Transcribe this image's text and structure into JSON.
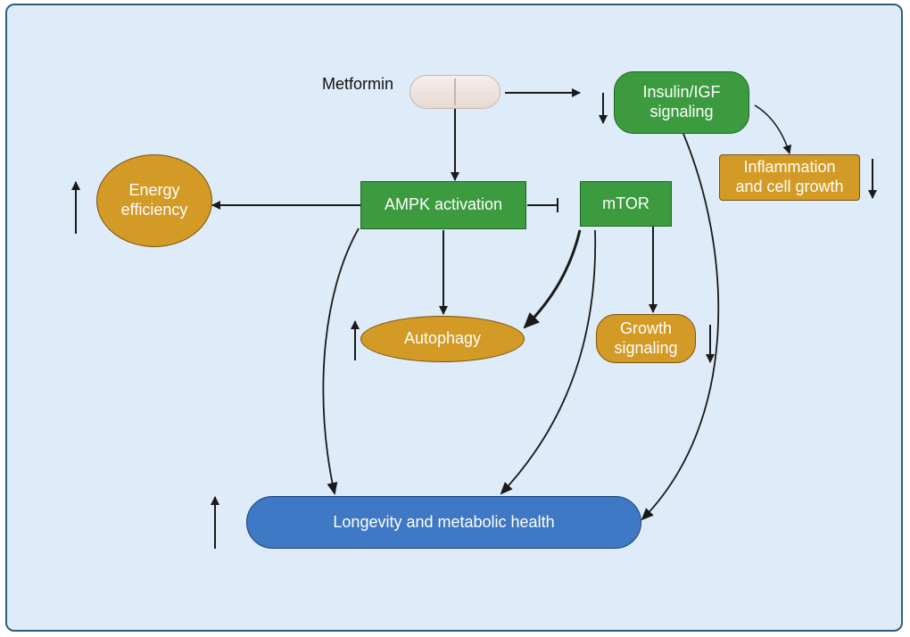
{
  "nodes": {
    "metformin": "Metformin",
    "insulin_igf": [
      "Insulin/IGF",
      "signaling"
    ],
    "inflammation": [
      "Inflammation",
      "and cell growth"
    ],
    "energy": [
      "Energy",
      "efficiency"
    ],
    "ampk": "AMPK activation",
    "mtor": "mTOR",
    "autophagy": "Autophagy",
    "growth": [
      "Growth",
      "signaling"
    ],
    "longevity": "Longevity and metabolic health"
  },
  "trends": {
    "insulin_igf": "down",
    "inflammation": "down",
    "energy": "up",
    "autophagy": "up",
    "growth": "down",
    "longevity": "up"
  },
  "colors": {
    "background": "#deebf8",
    "border": "#2f5f7a",
    "green_node": "#3b9b3e",
    "gold_node": "#d39a26",
    "blue_node": "#3f78c4"
  }
}
